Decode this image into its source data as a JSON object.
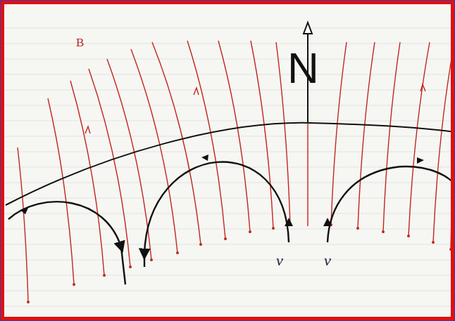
{
  "diagram": {
    "labels": [
      "B",
      "N",
      "v",
      "v"
    ]
  }
}
